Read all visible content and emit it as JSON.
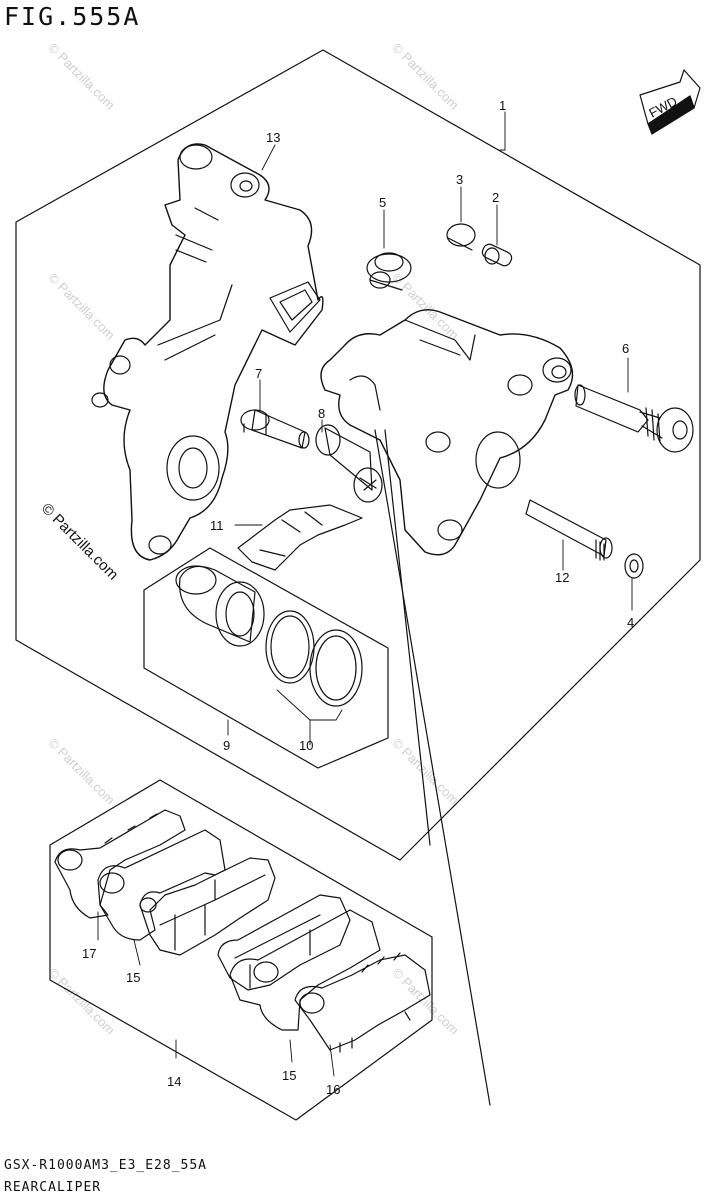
{
  "figure": {
    "title": "FIG.555A",
    "footer_code": "GSX-R1000AM3_E3_E28_55A",
    "footer_name": "REARCALIPER",
    "fwd_label": "FWD"
  },
  "watermark": {
    "text": "© Partzilla.com",
    "bold_text": "© Partzilla.com"
  },
  "callouts": [
    "1",
    "2",
    "3",
    "4",
    "5",
    "6",
    "7",
    "8",
    "9",
    "10",
    "11",
    "12",
    "13",
    "14",
    "15",
    "15",
    "16",
    "17"
  ]
}
